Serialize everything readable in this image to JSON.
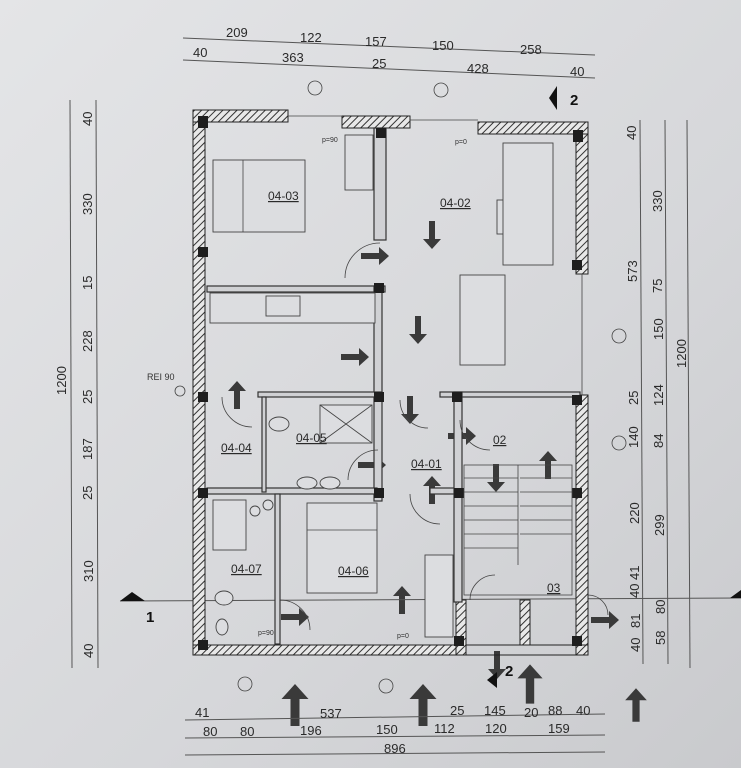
{
  "dimensions": {
    "top_row1": [
      "209",
      "122",
      "157",
      "150",
      "258"
    ],
    "top_row2": [
      "40",
      "363",
      "25",
      "428",
      "40"
    ],
    "bottom_row1": [
      "41",
      "537",
      "25",
      "145",
      "20",
      "88",
      "40"
    ],
    "bottom_row2": [
      "80",
      "80",
      "196",
      "150",
      "112",
      "120",
      "159"
    ],
    "bottom_total": "896",
    "left_total": "1200",
    "left_inner": [
      "40",
      "330",
      "15",
      "228",
      "25",
      "187",
      "25",
      "310",
      "40"
    ],
    "right_col1": [
      "40",
      "573",
      "25",
      "140",
      "220",
      "41",
      "40",
      "81",
      "40"
    ],
    "right_col2": [
      "330",
      "75",
      "150",
      "124",
      "84",
      "299",
      "80",
      "58"
    ],
    "right_total": "1200"
  },
  "rooms": [
    "04-03",
    "04-02",
    "04-04",
    "04-05",
    "04-01",
    "02",
    "04-07",
    "04-06",
    "03"
  ],
  "annotations": {
    "fire_rating": "REI 90",
    "section_1": "1",
    "section_2": "2",
    "door_p90": "p=90",
    "door_p0": "p=0"
  },
  "colors": {
    "ink": "#2a2a2a",
    "paper": "#dadbdd",
    "arrow": "#3a3a3a"
  }
}
